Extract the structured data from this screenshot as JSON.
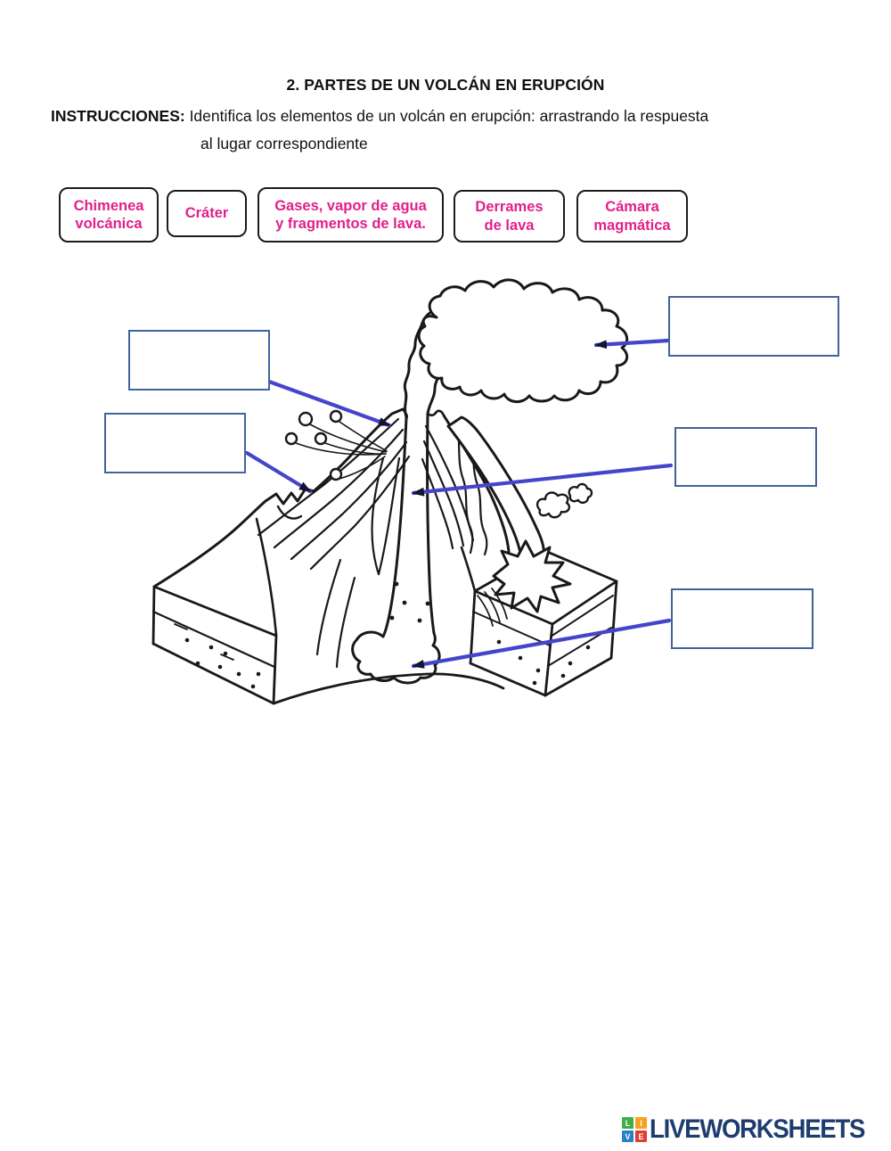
{
  "header": {
    "title": "2. PARTES DE UN VOLCÁN EN ERUPCIÓN",
    "instructions_label": "INSTRUCCIONES:",
    "instructions_line1": " Identifica los elementos de un volcán en erupción: arrastrando la respuesta",
    "instructions_line2": "al lugar correspondiente"
  },
  "draggables": [
    {
      "id": "chimenea-volcanica",
      "line1": "Chimenea",
      "line2": "volcánica"
    },
    {
      "id": "crater",
      "line1": "Cráter",
      "line2": ""
    },
    {
      "id": "gases-vapor-fragmentos",
      "line1": "Gases, vapor de agua",
      "line2": "y fragmentos de lava."
    },
    {
      "id": "derrames-de-lava",
      "line1": "Derrames",
      "line2": "de lava"
    },
    {
      "id": "camara-magmatica",
      "line1": "Cámara",
      "line2": "magmática"
    }
  ],
  "drop_zones": [
    {
      "id": "zone-1",
      "value": ""
    },
    {
      "id": "zone-2",
      "value": ""
    },
    {
      "id": "zone-3",
      "value": ""
    },
    {
      "id": "zone-4",
      "value": ""
    },
    {
      "id": "zone-5",
      "value": ""
    }
  ],
  "footer": {
    "brand": "LIVEWORKSHEETS",
    "icon_letters": [
      "L",
      "I",
      "V",
      "E"
    ]
  },
  "colors": {
    "label_text": "#e0218a",
    "label_border": "#1c1c1c",
    "zone_border": "#41639c",
    "arrow_shaft": "#4545cc",
    "arrow_head": "#141433",
    "drawing_ink": "#191919",
    "brand_navy": "#1e3d6f",
    "icon_l_green": "#3fae49",
    "icon_i_orange": "#f6a21d",
    "icon_v_blue": "#2a7fc9",
    "icon_e_red": "#e23b33"
  }
}
